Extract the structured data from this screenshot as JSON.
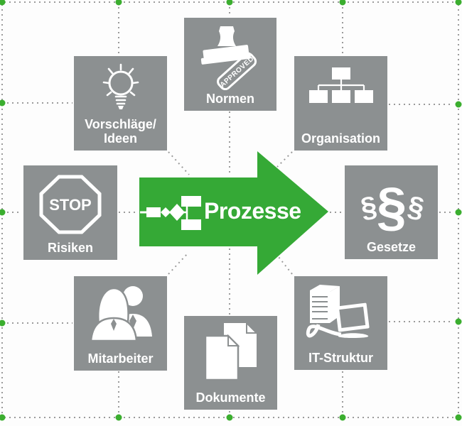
{
  "diagram": {
    "center": {
      "label": "Prozesse",
      "icon": "flowchart-icon"
    },
    "nodes": [
      {
        "id": "vorschlaege-ideen",
        "label": "Vorschläge/\nIdeen",
        "icon": "lightbulb-icon"
      },
      {
        "id": "normen",
        "label": "Normen",
        "icon": "stamp-icon",
        "icon_text": "APPROVED"
      },
      {
        "id": "organisation",
        "label": "Organisation",
        "icon": "org-chart-icon"
      },
      {
        "id": "risiken",
        "label": "Risiken",
        "icon": "stop-sign-icon",
        "icon_text": "STOP"
      },
      {
        "id": "gesetze",
        "label": "Gesetze",
        "icon": "paragraph-icon",
        "icon_text": "§"
      },
      {
        "id": "mitarbeiter",
        "label": "Mitarbeiter",
        "icon": "people-icon"
      },
      {
        "id": "dokumente",
        "label": "Dokumente",
        "icon": "documents-icon"
      },
      {
        "id": "it-struktur",
        "label": "IT-Struktur",
        "icon": "computer-icon"
      }
    ]
  },
  "colors": {
    "green": "#35A936",
    "dot_green": "#3BAE2F",
    "gray": "#8C9091",
    "dot_gray": "#9B9B9B",
    "background": "#FDFDFD",
    "icon_white": "#FFFFFF"
  }
}
